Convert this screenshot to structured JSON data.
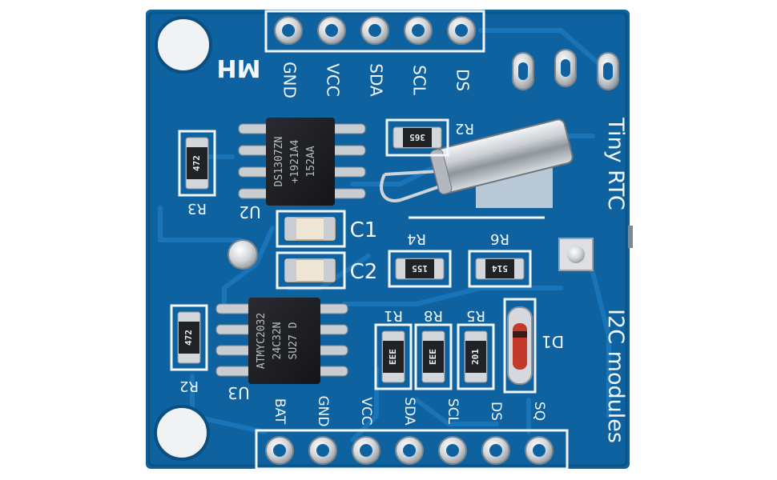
{
  "board": {
    "brand": "MH",
    "title_top": "Tiny RTC",
    "title_bottom": "I2C modules",
    "colors": {
      "substrate": "#0e62a0",
      "trace": "#1670b4",
      "silk": "#f3f7fb",
      "chip": "#1d1e22"
    }
  },
  "top_header": [
    "GND",
    "VCC",
    "SDA",
    "SCL",
    "DS"
  ],
  "bottom_header": [
    "BAT",
    "GND",
    "VCC",
    "SDA",
    "SCL",
    "DS",
    "SQ"
  ],
  "chips": [
    {
      "ref": "U2",
      "lines": [
        "DS1307ZN",
        "+1921A4",
        "152AA"
      ]
    },
    {
      "ref": "U3",
      "lines": [
        "ATMYC2032",
        "24C32N",
        "SU27 D"
      ]
    }
  ],
  "resistors": [
    {
      "ref": "R3",
      "code": "472"
    },
    {
      "ref": "R2",
      "code": "472"
    },
    {
      "ref": "R2",
      "code": "365"
    },
    {
      "ref": "R4",
      "code": "155"
    },
    {
      "ref": "R6",
      "code": "514"
    },
    {
      "ref": "R1",
      "code": "EEE"
    },
    {
      "ref": "R8",
      "code": "EEE"
    },
    {
      "ref": "R5",
      "code": "201"
    }
  ],
  "capacitors": [
    "C1",
    "C2"
  ],
  "diode": "D1"
}
